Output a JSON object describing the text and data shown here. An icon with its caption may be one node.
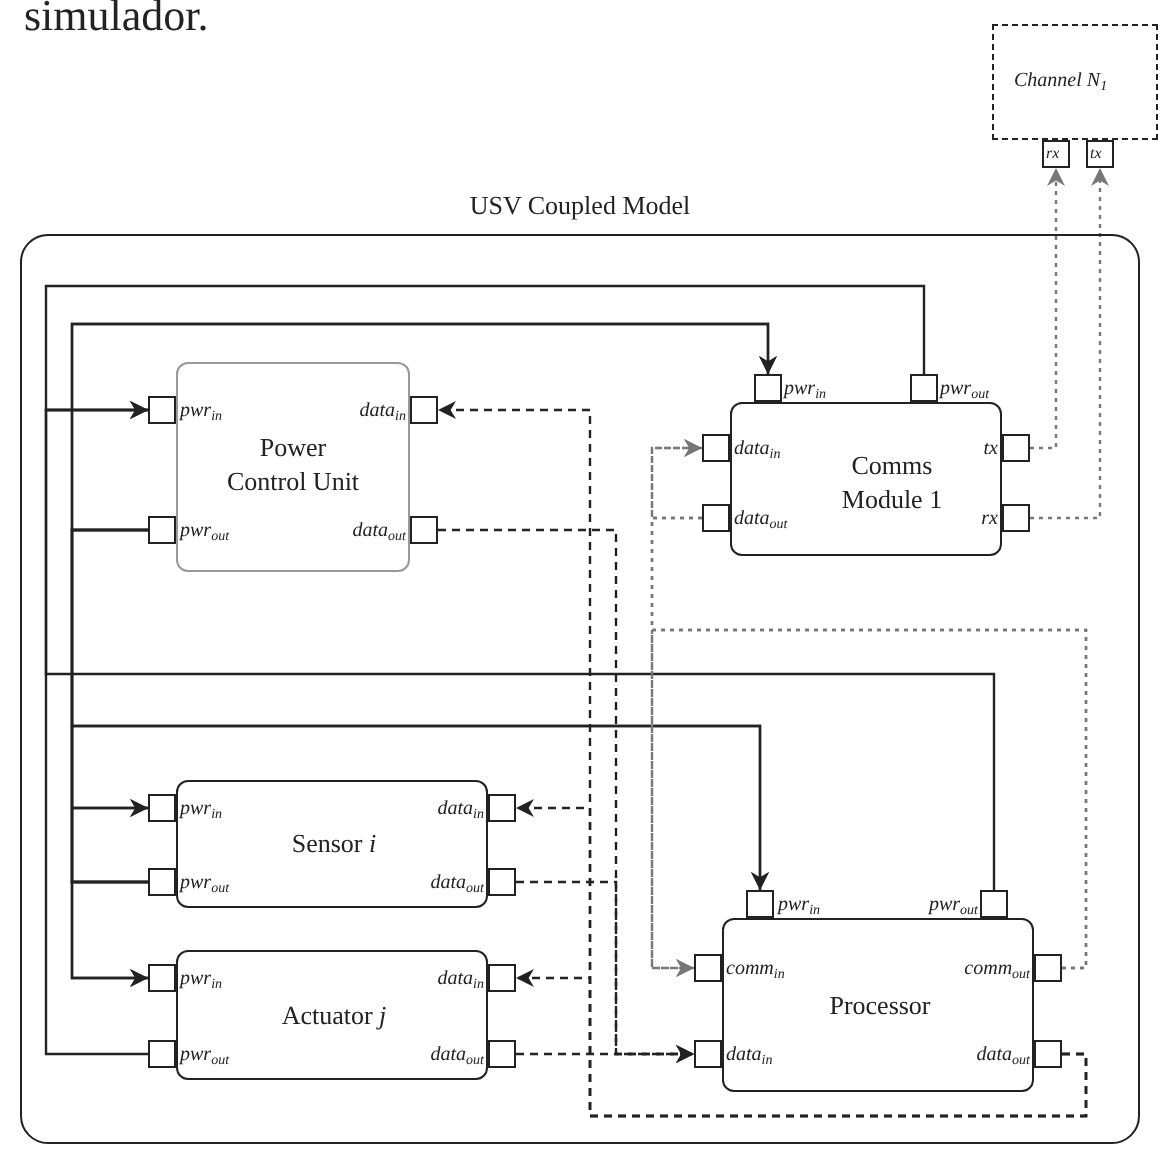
{
  "diagram": {
    "nodes": [
      {
        "text": [
          "USV Coupled Model"
        ]
      },
      {
        "text": [
          "Channel N$_{1}$"
        ]
      },
      {
        "text": [
          "rx"
        ]
      },
      {
        "text": [
          "tx"
        ]
      },
      {
        "text": [
          "Power Control Unit",
          "pwr$_{in}$",
          "data$_{in}$",
          "pwr$_{out}$",
          "data$_{out}$"
        ],
        "in": 0
      },
      {
        "text": [],
        "shape": "box",
        "in": 0
      },
      {
        "text": [],
        "shape": "box",
        "in": 0
      },
      {
        "text": [],
        "shape": "box",
        "in": 0
      },
      {
        "text": [],
        "shape": "box",
        "in": 0
      },
      {
        "text": [
          "Comms Module 1",
          "pwr$_{in}$",
          "pwr$_{out}$",
          "data$_{in}$",
          "tx",
          "data$_{out}$",
          "rx"
        ],
        "in": 0
      },
      {
        "text": [],
        "shape": "box",
        "in": 0
      },
      {
        "text": [],
        "shape": "box",
        "in": 0
      },
      {
        "text": [],
        "shape": "box",
        "in": 0
      },
      {
        "text": [],
        "shape": "box",
        "in": 0
      },
      {
        "text": [],
        "shape": "box",
        "in": 0
      },
      {
        "text": [],
        "shape": "box",
        "in": 0
      },
      {
        "text": [
          "Sensor *i*",
          "pwr$_{in}$",
          "data$_{in}$",
          "pwr$_{out}$",
          "data$_{out}$"
        ],
        "in": 0
      },
      {
        "text": [],
        "shape": "box",
        "in": 0
      },
      {
        "text": [],
        "shape": "box",
        "in": 0
      },
      {
        "text": [],
        "shape": "box",
        "in": 0
      },
      {
        "text": [],
        "shape": "box",
        "in": 0
      },
      {
        "text": [
          "Actuator *j*",
          "pwr$_{in}$",
          "data$_{in}$",
          "pwr$_{out}$",
          "data$_{out}$"
        ],
        "in": 0
      },
      {
        "text": [],
        "shape": "box",
        "in": 0
      },
      {
        "text": [],
        "shape": "box",
        "in": 0
      },
      {
        "text": [],
        "shape": "box",
        "in": 0
      },
      {
        "text": [],
        "shape": "box",
        "in": 0
      },
      {
        "text": [
          "Processor",
          "pwr$_{in}$",
          "pwr$_{out}$",
          "comm$_{in}$",
          "comm$_{out}$",
          "data$_{in}$",
          "data$_{out}$"
        ],
        "in": 0
      },
      {
        "text": [],
        "shape": "box",
        "in": 0
      },
      {
        "text": [],
        "shape": "box",
        "in": 0
      },
      {
        "text": [],
        "shape": "box",
        "in": 0
      },
      {
        "text": [],
        "shape": "box",
        "in": 0
      },
      {
        "text": [],
        "shape": "box",
        "in": 0
      },
      {
        "text": [],
        "shape": "box",
        "in": 0
      }
    ],
    "edges": [
      {
        "from": 11,
        "to": 5,
        "arrow": "to"
      },
      {
        "from": 28,
        "to": 5,
        "arrow": "to"
      },
      {
        "from": 23,
        "to": 5,
        "arrow": "to"
      },
      {
        "from": 6,
        "to": 10,
        "arrow": "to"
      },
      {
        "from": 6,
        "to": 27,
        "arrow": "to"
      },
      {
        "from": 6,
        "to": 17,
        "arrow": "to"
      },
      {
        "from": 6,
        "to": 22,
        "arrow": "to"
      },
      {
        "from": 18,
        "to": 10,
        "arrow": "to"
      },
      {
        "from": 18,
        "to": 27,
        "arrow": "to"
      },
      {
        "from": 18,
        "to": 17,
        "arrow": "to"
      },
      {
        "from": 18,
        "to": 22,
        "arrow": "to"
      },
      {
        "from": 32,
        "to": 7,
        "arrow": "to",
        "style": "dashed"
      },
      {
        "from": 32,
        "to": 19,
        "arrow": "to",
        "style": "dashed"
      },
      {
        "from": 32,
        "to": 24,
        "arrow": "to",
        "style": "dashed"
      },
      {
        "from": 8,
        "to": 31,
        "arrow": "to",
        "style": "dashed"
      },
      {
        "from": 20,
        "to": 31,
        "arrow": "to",
        "style": "dashed"
      },
      {
        "from": 25,
        "to": 31,
        "arrow": "to",
        "style": "dashed"
      },
      {
        "from": 30,
        "to": 12,
        "arrow": "to",
        "style": "dashed",
        "color": "#777777"
      },
      {
        "from": 30,
        "to": 29,
        "arrow": "to",
        "style": "dashed",
        "color": "#777777"
      },
      {
        "from": 13,
        "to": 12,
        "arrow": "to",
        "style": "dashed",
        "color": "#777777"
      },
      {
        "from": 13,
        "to": 29,
        "arrow": "to",
        "style": "dashed",
        "color": "#777777"
      },
      {
        "from": 14,
        "to": 2,
        "arrow": "to",
        "style": "dashed",
        "color": "#777777"
      },
      {
        "from": 15,
        "to": 3,
        "arrow": "to",
        "style": "dashed",
        "color": "#777777"
      }
    ],
    "labels": [
      "simulador."
    ]
  }
}
